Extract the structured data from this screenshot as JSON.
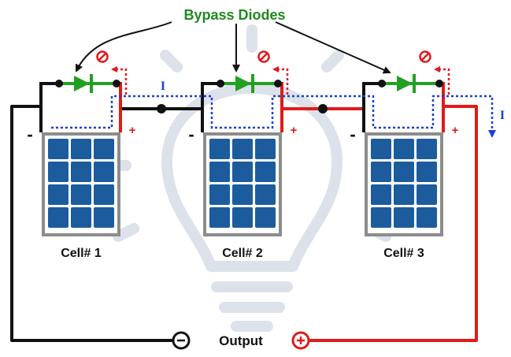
{
  "title": "Bypass Diodes",
  "current_label": "I",
  "output_label": "Output",
  "cells": [
    {
      "label": "Cell# 1"
    },
    {
      "label": "Cell# 2"
    },
    {
      "label": "Cell# 3"
    }
  ],
  "polarity": {
    "negative": "-",
    "positive": "+"
  },
  "colors": {
    "title": "#1e8a1e",
    "diode": "#22a022",
    "positive_wire": "#e01b1b",
    "negative_wire": "#111111",
    "current_path": "#1a3fd6",
    "panel_frame": "#8c8c8c",
    "panel_cell": "#1d5c9c",
    "watermark": "#dde1ea"
  },
  "icons": {
    "blocked": "no-entry-icon",
    "negative_terminal": "minus-circle-icon",
    "positive_terminal": "plus-circle-icon",
    "background": "lightbulb-icon"
  }
}
